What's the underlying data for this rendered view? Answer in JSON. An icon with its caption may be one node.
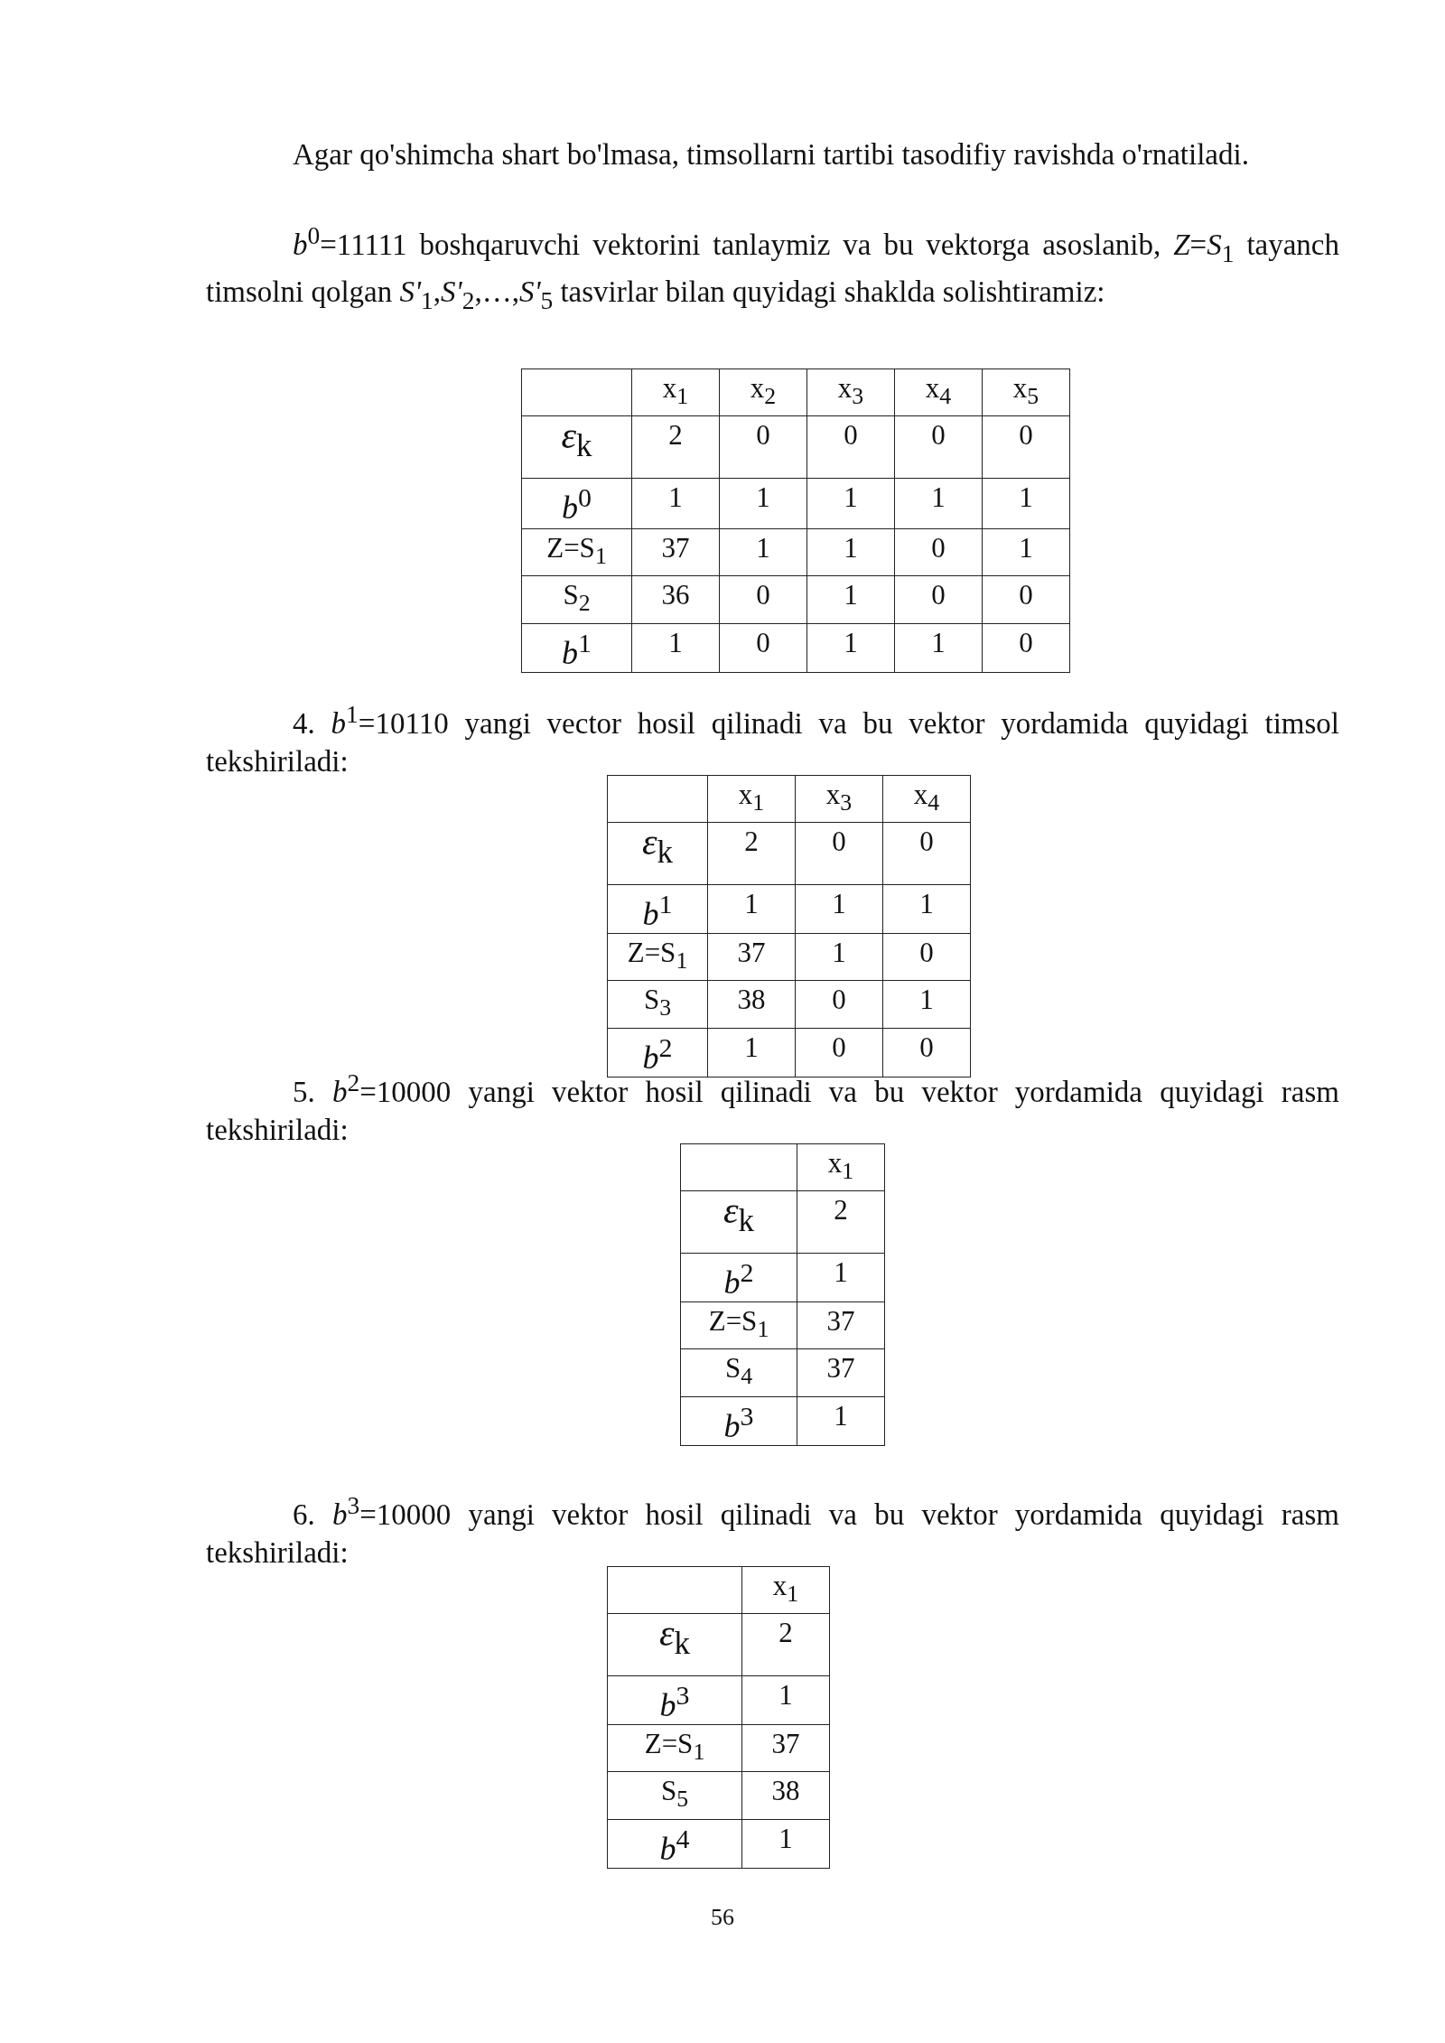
{
  "diagram": {
    "labels": [
      "Agar qo'shimcha shart bo'lmasa, timsollarni tartibi tasodifiy ravishda o'rnatiladi.",
      "*b*$^{0}$=11111 boshqaruvchi vektorini tanlaymiz va bu vektorga asoslanib, *Z*=*S*$_{1}$ tayanch timsolni qolgan *S'*$_{1}$,*S'*$_{2}$,…,*S'*$_{5}$ tasvirlar bilan quyidagi shaklda solishtiramiz:",
      "x$_{1}$",
      "x$_{2}$",
      "x$_{3}$",
      "x$_{4}$",
      "x$_{5}$",
      "*ε*$_{k}$",
      "2",
      "0",
      "0",
      "0",
      "0",
      "*b*$^{0}$",
      "1",
      "1",
      "1",
      "1",
      "1",
      "Z=S$_{1}$",
      "37",
      "1",
      "1",
      "0",
      "1",
      "S$_{2}$",
      "36",
      "0",
      "1",
      "0",
      "0",
      "*b*$^{1}$",
      "1",
      "0",
      "1",
      "1",
      "0",
      "4. *b*$^{1}$=10110 yangi vector hosil qilinadi va bu vektor yordamida quyidagi timsol tekshiriladi:",
      "x$_{1}$",
      "x$_{3}$",
      "x$_{4}$",
      "*ε*$_{k}$",
      "2",
      "0",
      "0",
      "*b*$^{1}$",
      "1",
      "1",
      "1",
      "Z=S$_{1}$",
      "37",
      "1",
      "0",
      "S$_{3}$",
      "38",
      "0",
      "1",
      "*b*$^{2}$",
      "1",
      "0",
      "0",
      "5. *b*$^{2}$=10000 yangi vektor hosil qilinadi va bu vektor yordamida quyidagi rasm tekshiriladi:",
      "x$_{1}$",
      "*ε*$_{k}$",
      "2",
      "*b*$^{2}$",
      "1",
      "Z=S$_{1}$",
      "37",
      "S$_{4}$",
      "37",
      "*b*$^{3}$",
      "1",
      "6. *b*$^{3}$=10000 yangi vektor hosil qilinadi va bu vektor yordamida quyidagi rasm tekshiriladi:",
      "x$_{1}$",
      "*ε*$_{k}$",
      "2",
      "*b*$^{3}$",
      "1",
      "Z=S$_{1}$",
      "37",
      "S$_{5}$",
      "38",
      "*b*$^{4}$",
      "1",
      "56"
    ]
  }
}
